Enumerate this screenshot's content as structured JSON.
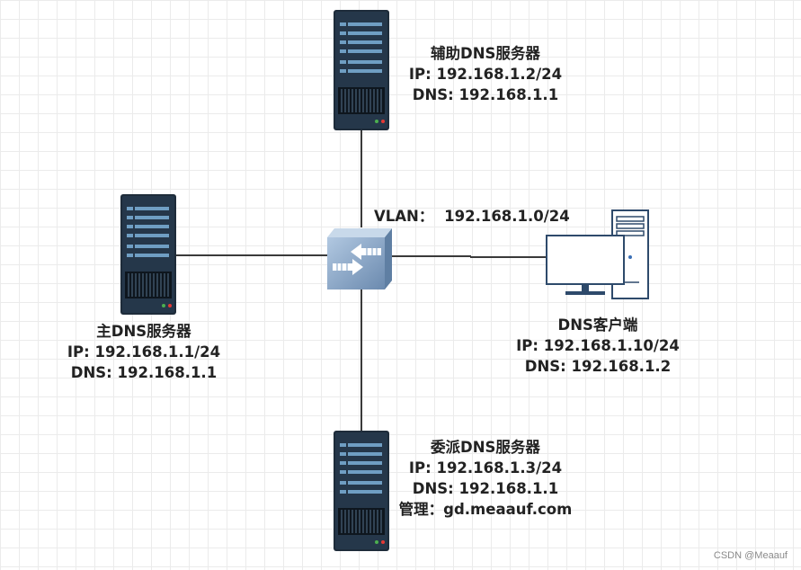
{
  "nodes": {
    "secondary_dns": {
      "name": "辅助DNS服务器",
      "ip": "IP: 192.168.1.2/24",
      "dns": "DNS: 192.168.1.1",
      "icon": "server-icon"
    },
    "primary_dns": {
      "name": "主DNS服务器",
      "ip": "IP: 192.168.1.1/24",
      "dns": "DNS: 192.168.1.1",
      "icon": "server-icon"
    },
    "delegated_dns": {
      "name": "委派DNS服务器",
      "ip": "IP: 192.168.1.3/24",
      "dns": "DNS: 192.168.1.1",
      "mgmt": "管理：gd.meaauf.com",
      "icon": "server-icon"
    },
    "client": {
      "name": "DNS客户端",
      "ip": "IP: 192.168.1.10/24",
      "dns": "DNS: 192.168.1.2",
      "icon": "desktop-computer-icon"
    },
    "switch": {
      "icon": "network-switch-icon"
    }
  },
  "vlan": {
    "label": "VLAN：",
    "subnet": "192.168.1.0/24"
  },
  "watermark": "CSDN @Meaauf",
  "colors": {
    "server_dark": "#1e2c3a",
    "server_stripe": "#6f9ec3",
    "switch_light": "#a9c3de",
    "switch_dark": "#6f8fb3",
    "pc_outline": "#2e4a6b",
    "grid": "#ebebeb",
    "wire": "#3a3a3a"
  }
}
